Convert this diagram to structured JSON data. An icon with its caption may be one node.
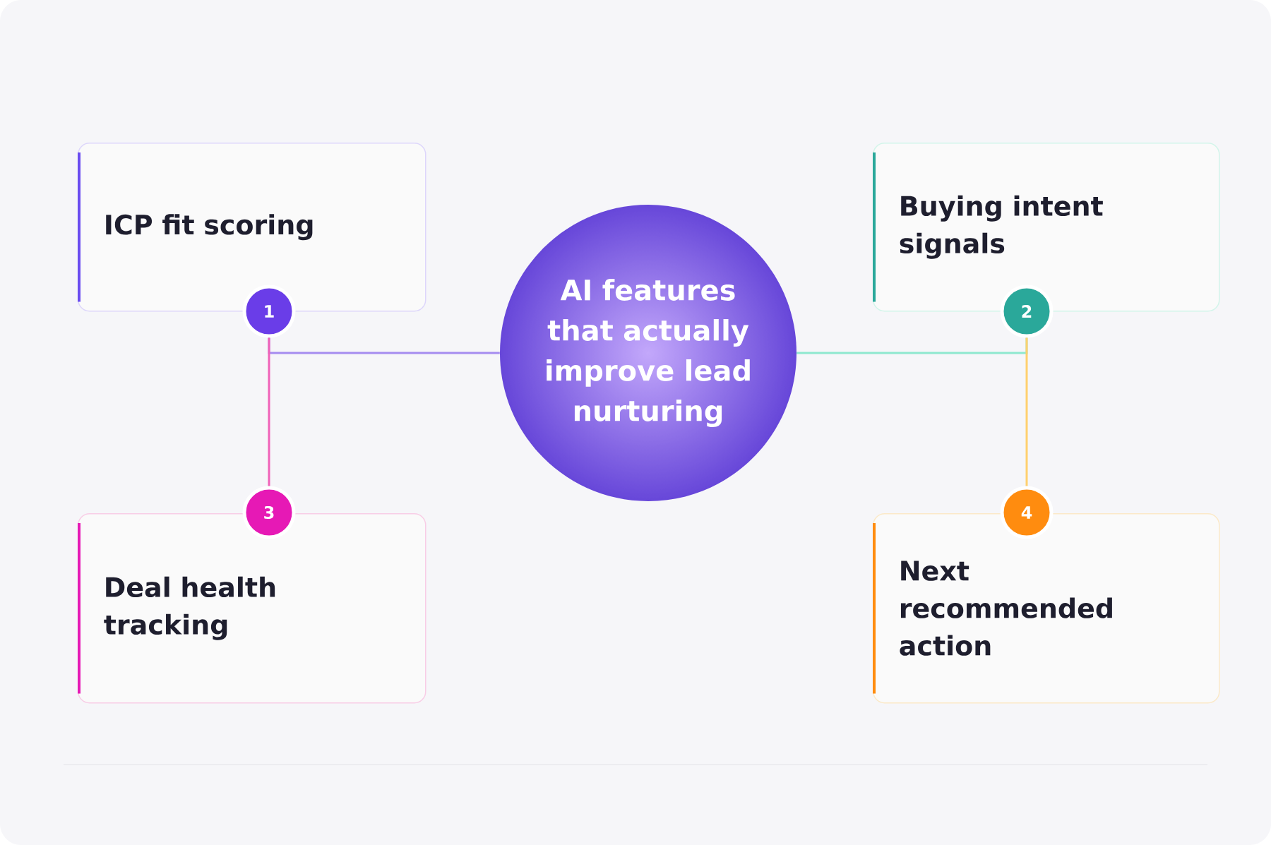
{
  "diagram": {
    "nodes": [
      {
        "text": [
          "AI features that actually improve lead nurturing"
        ]
      },
      {
        "text": [
          "ICP fit scoring"
        ]
      },
      {
        "text": [
          "Buying intent signals"
        ]
      },
      {
        "text": [
          "Deal health tracking"
        ]
      },
      {
        "text": [
          "Next recommended action"
        ]
      },
      {
        "text": [
          "1"
        ]
      },
      {
        "text": [
          "2"
        ]
      },
      {
        "text": [
          "3"
        ]
      },
      {
        "text": [
          "4"
        ]
      }
    ],
    "edges": [
      {
        "from": 0,
        "to": 5,
        "arrow": "none",
        "color": "#a58cf0"
      },
      {
        "from": 5,
        "to": 7,
        "arrow": "none",
        "color": "#f062b8"
      },
      {
        "from": 0,
        "to": 6,
        "arrow": "none",
        "color": "#8ee8cf"
      },
      {
        "from": 6,
        "to": 8,
        "arrow": "none",
        "color": "#ffd06e"
      }
    ]
  }
}
